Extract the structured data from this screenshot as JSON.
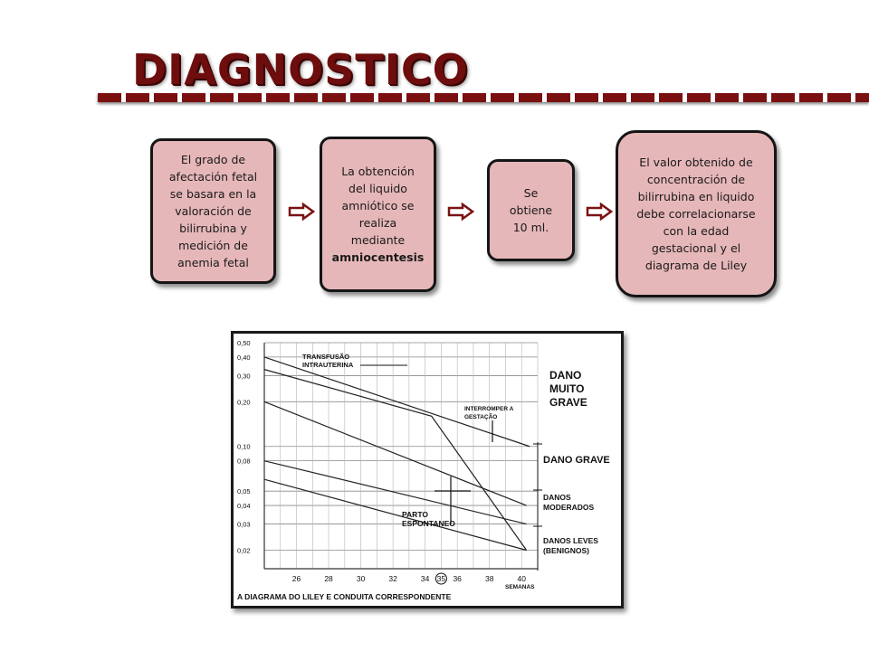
{
  "title": "DIAGNOSTICO",
  "flow": [
    {
      "lines": [
        "El grado de",
        "afectación fetal",
        "se basara en la",
        "valoración de",
        "bilirrubina y",
        "medición de",
        "anemia fetal"
      ]
    },
    {
      "lines": [
        "La obtención",
        "del liquido",
        "amniótico se",
        "realiza",
        "mediante"
      ],
      "bold": "amniocentesis"
    },
    {
      "lines": [
        "Se",
        "obtiene",
        "10 ml."
      ]
    },
    {
      "lines": [
        "El valor obtenido de",
        "concentración de",
        "bilirrubina en liquido",
        "debe correlacionarse",
        "con la edad",
        "gestacional y el",
        "diagrama de Liley"
      ]
    }
  ],
  "chart_data": {
    "type": "line",
    "caption": "A DIAGRAMA DO LILEY E CONDUITA CORRESPONDENTE",
    "xlabel": "SEMANAS",
    "x_ticks": [
      "26",
      "28",
      "30",
      "32",
      "34",
      "35",
      "36",
      "38",
      "40"
    ],
    "x_circled": "35",
    "y_ticks": [
      "0,50",
      "0,40",
      "0,30",
      "0,20",
      "0,10",
      "0,08",
      "0,05",
      "0,04",
      "0,03",
      "0,02"
    ],
    "xlim": [
      24,
      41
    ],
    "series": [
      {
        "x": [
          24,
          40.5
        ],
        "y": [
          0.4,
          0.1
        ]
      },
      {
        "x": [
          24,
          34.4,
          40.3
        ],
        "y": [
          0.33,
          0.16,
          0.02
        ]
      },
      {
        "x": [
          24,
          40.3
        ],
        "y": [
          0.2,
          0.04
        ]
      },
      {
        "x": [
          24,
          40.3
        ],
        "y": [
          0.08,
          0.03
        ]
      },
      {
        "x": [
          24,
          40.3
        ],
        "y": [
          0.06,
          0.02
        ]
      }
    ],
    "annotations": {
      "transfusao": [
        "TRANSFUSÃO",
        "INTRAUTERINA"
      ],
      "interromper": [
        "INTERROMPER A",
        "GESTAÇÃO"
      ],
      "parto": [
        "PARTO",
        "ESPONTANEO"
      ]
    },
    "zones": [
      {
        "lines": [
          "DANO",
          "MUITO",
          "GRAVE"
        ]
      },
      {
        "lines": [
          "DANO GRAVE"
        ]
      },
      {
        "lines": [
          "DANOS",
          "MODERADOS"
        ]
      },
      {
        "lines": [
          "DANOS LEVES",
          "(BENIGNOS)"
        ]
      }
    ]
  }
}
